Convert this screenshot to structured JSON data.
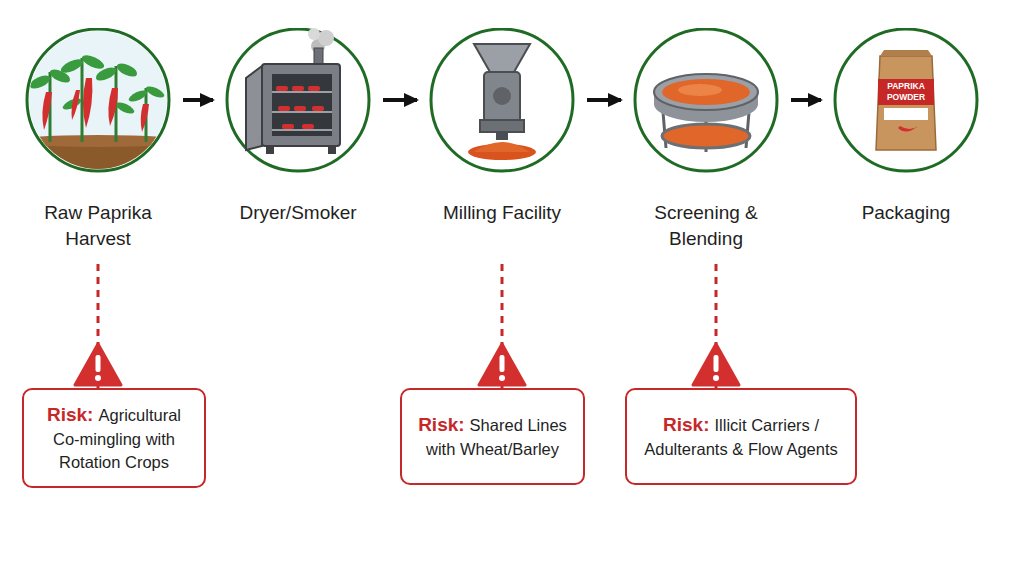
{
  "diagram": {
    "nodes": [
      {
        "text": [
          "Raw Paprika Harvest"
        ]
      },
      {
        "text": [
          "Dryer/Smoker"
        ]
      },
      {
        "text": [
          "Milling Facility"
        ]
      },
      {
        "text": [
          "Screening & Blending"
        ]
      },
      {
        "text": [
          "Packaging"
        ]
      },
      {
        "text": [
          "Risk:",
          "Agricultural Co-mingling with Rotation Crops"
        ]
      },
      {
        "text": [
          "Risk:",
          "Shared Lines with Wheat/Barley"
        ]
      },
      {
        "text": [
          "Risk:",
          "Illicit Carriers / Adulterants & Flow Agents"
        ]
      }
    ],
    "edges": [
      {
        "from": 0,
        "to": 1,
        "arrow": "to"
      },
      {
        "from": 1,
        "to": 2,
        "arrow": "to"
      },
      {
        "from": 2,
        "to": 3,
        "arrow": "to"
      },
      {
        "from": 3,
        "to": 4,
        "arrow": "to"
      },
      {
        "from": 0,
        "to": 5,
        "arrow": "none"
      },
      {
        "from": 2,
        "to": 6,
        "arrow": "none"
      },
      {
        "from": 3,
        "to": 7,
        "arrow": "none"
      }
    ],
    "labels": [
      "PAPRIKA POWDER"
    ]
  }
}
